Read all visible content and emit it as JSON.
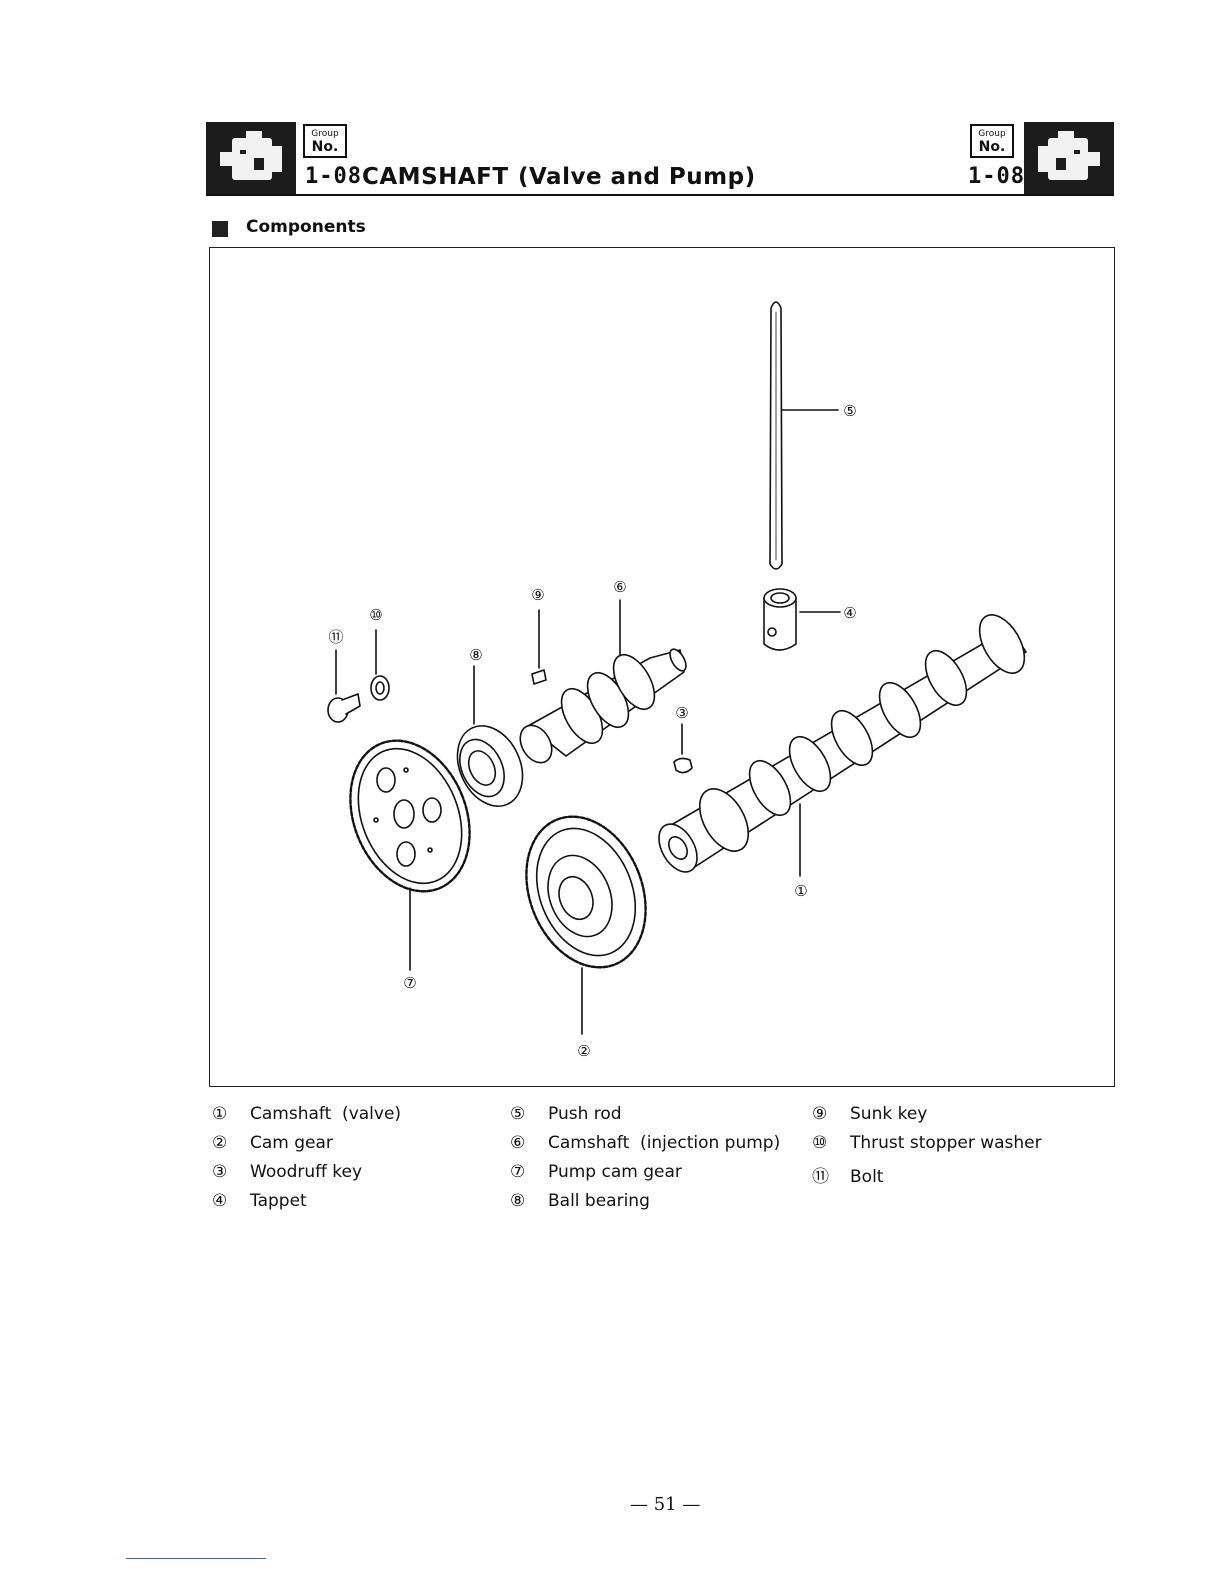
{
  "header": {
    "group_label": "Group",
    "no_label": "No.",
    "group_number": "1-08",
    "title": "CAMSHAFT",
    "subtitle": "(Valve and Pump)"
  },
  "section": {
    "title": "Components"
  },
  "callouts": [
    "①",
    "②",
    "③",
    "④",
    "⑤",
    "⑥",
    "⑦",
    "⑧",
    "⑨",
    "⑩",
    "⑪"
  ],
  "legend": [
    {
      "num": "①",
      "label": "Camshaft  (valve)"
    },
    {
      "num": "②",
      "label": "Cam gear"
    },
    {
      "num": "③",
      "label": "Woodruff key"
    },
    {
      "num": "④",
      "label": "Tappet"
    },
    {
      "num": "⑤",
      "label": "Push rod"
    },
    {
      "num": "⑥",
      "label": "Camshaft  (injection pump)"
    },
    {
      "num": "⑦",
      "label": "Pump cam gear"
    },
    {
      "num": "⑧",
      "label": "Ball bearing"
    },
    {
      "num": "⑨",
      "label": "Sunk key"
    },
    {
      "num": "⑩",
      "label": "Thrust stopper washer"
    },
    {
      "num": "⑪",
      "label": "Bolt"
    }
  ],
  "footer": {
    "page_number": "— 51 —"
  }
}
